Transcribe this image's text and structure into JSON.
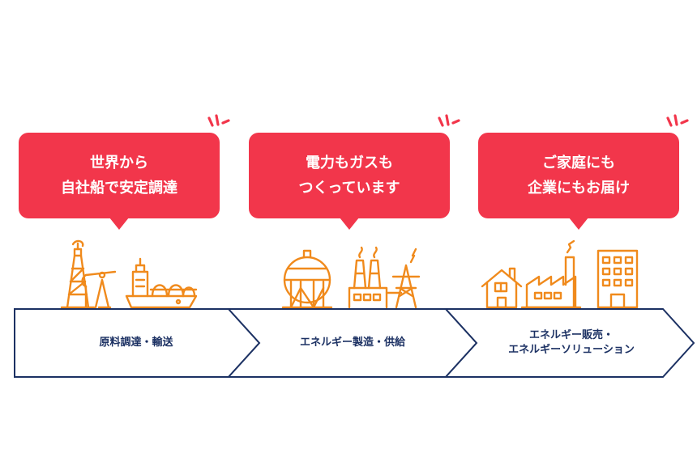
{
  "bubbles": [
    {
      "line1": "世界から",
      "line2": "自社船で安定調達"
    },
    {
      "line1": "電力もガスも",
      "line2": "つくっています"
    },
    {
      "line1": "ご家庭にも",
      "line2": "企業にもお届け"
    }
  ],
  "steps": [
    {
      "line1": "原料調達・輸送",
      "line2": ""
    },
    {
      "line1": "エネルギー製造・供給",
      "line2": ""
    },
    {
      "line1": "エネルギー販売・",
      "line2": "エネルギーソリューション"
    }
  ],
  "icons": [
    {
      "name": "oil-rig-icon"
    },
    {
      "name": "pumpjack-icon"
    },
    {
      "name": "lng-tanker-icon"
    },
    {
      "name": "gas-tank-icon"
    },
    {
      "name": "power-plant-icon"
    },
    {
      "name": "power-pylon-icon"
    },
    {
      "name": "house-icon"
    },
    {
      "name": "factory-icon"
    },
    {
      "name": "office-building-icon"
    }
  ],
  "colors": {
    "accent_red": "#f2364b",
    "icon_orange": "#f08a1c",
    "navy": "#1c3163"
  }
}
